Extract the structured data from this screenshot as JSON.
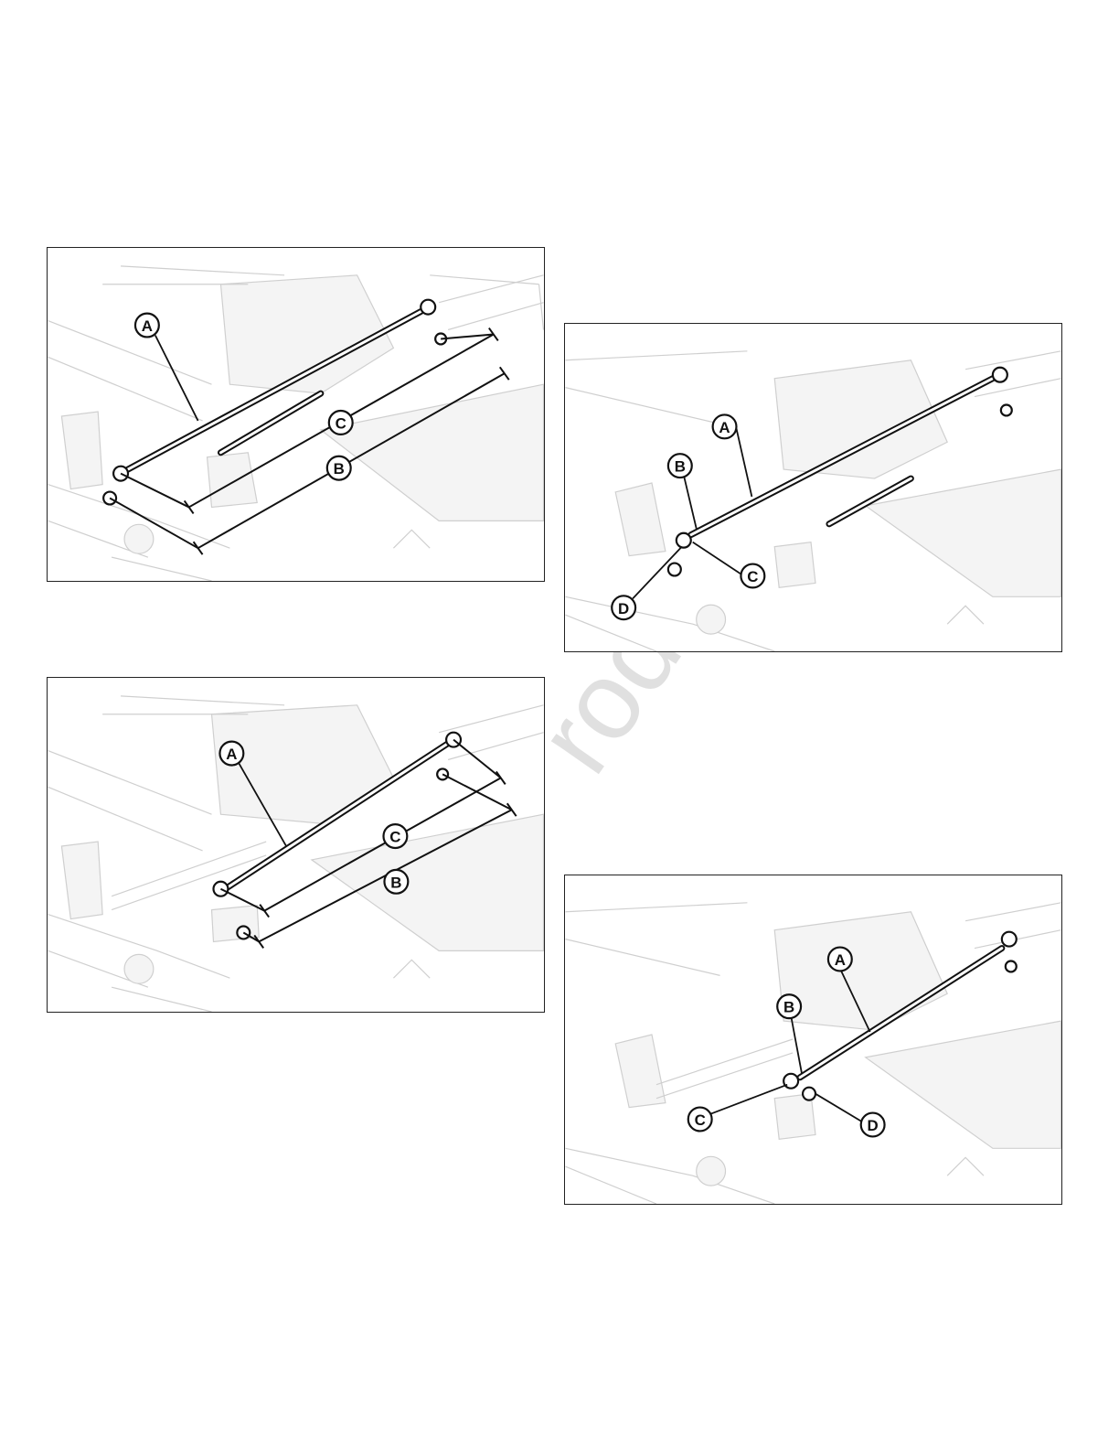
{
  "figures": [
    {
      "callouts": {
        "a": "A",
        "b": "B",
        "c": "C"
      }
    },
    {
      "callouts": {
        "a": "A",
        "b": "B",
        "c": "C",
        "d": "D"
      }
    },
    {
      "callouts": {
        "a": "A",
        "b": "B",
        "c": "C"
      }
    },
    {
      "callouts": {
        "a": "A",
        "b": "B",
        "c": "C",
        "d": "D"
      }
    }
  ],
  "watermark": "roductio"
}
